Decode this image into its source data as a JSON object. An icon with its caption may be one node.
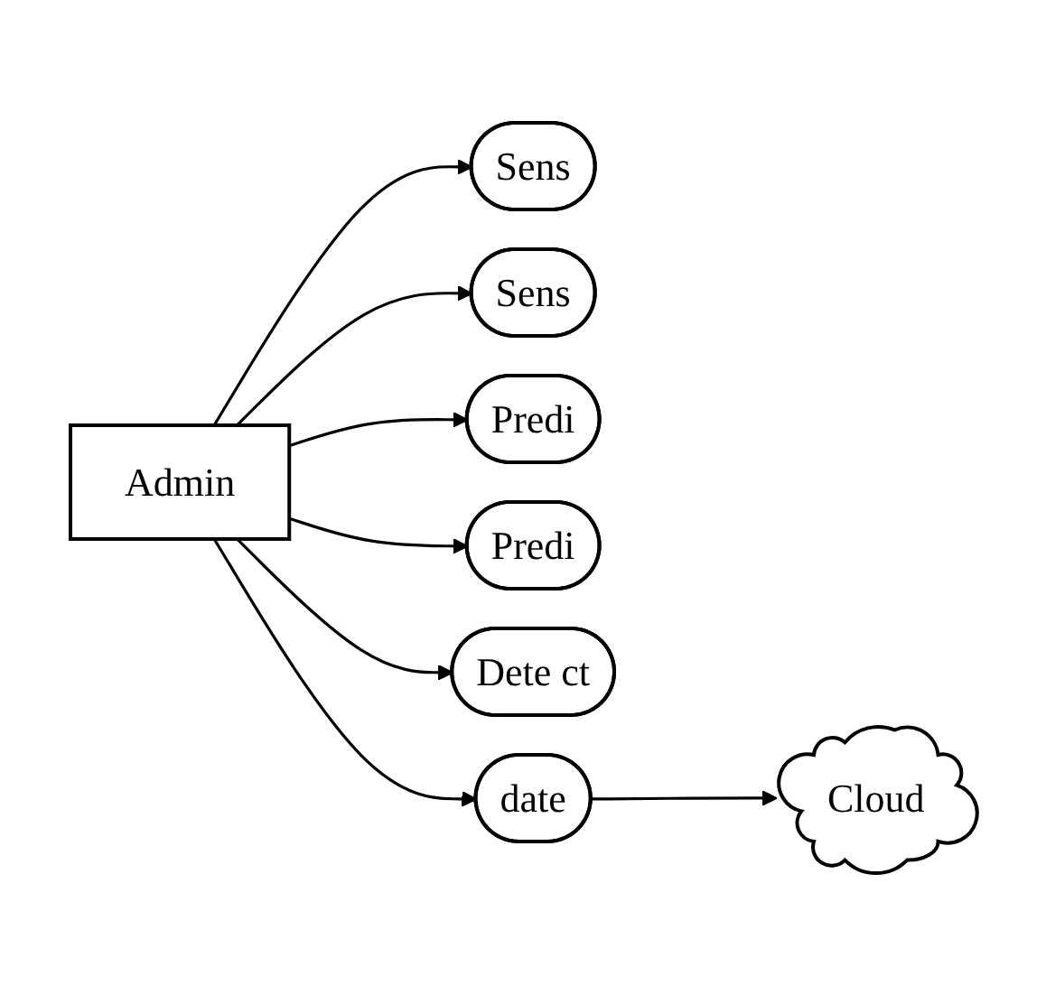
{
  "diagram": {
    "nodes": [
      {
        "text": [
          "Admin"
        ]
      },
      {
        "text": [
          "Sens"
        ]
      },
      {
        "text": [
          "Sens"
        ]
      },
      {
        "text": [
          "Predi"
        ]
      },
      {
        "text": [
          "Predi"
        ]
      },
      {
        "text": [
          "Dete ct"
        ]
      },
      {
        "text": [
          "date"
        ]
      },
      {
        "text": [
          "Cloud"
        ]
      }
    ],
    "edges": [
      {
        "from": 0,
        "to": 1,
        "arrow": "to"
      },
      {
        "from": 0,
        "to": 2,
        "arrow": "to"
      },
      {
        "from": 0,
        "to": 3,
        "arrow": "to"
      },
      {
        "from": 0,
        "to": 4,
        "arrow": "to"
      },
      {
        "from": 0,
        "to": 5,
        "arrow": "to"
      },
      {
        "from": 0,
        "to": 6,
        "arrow": "to"
      },
      {
        "from": 6,
        "to": 7,
        "arrow": "to"
      }
    ]
  }
}
